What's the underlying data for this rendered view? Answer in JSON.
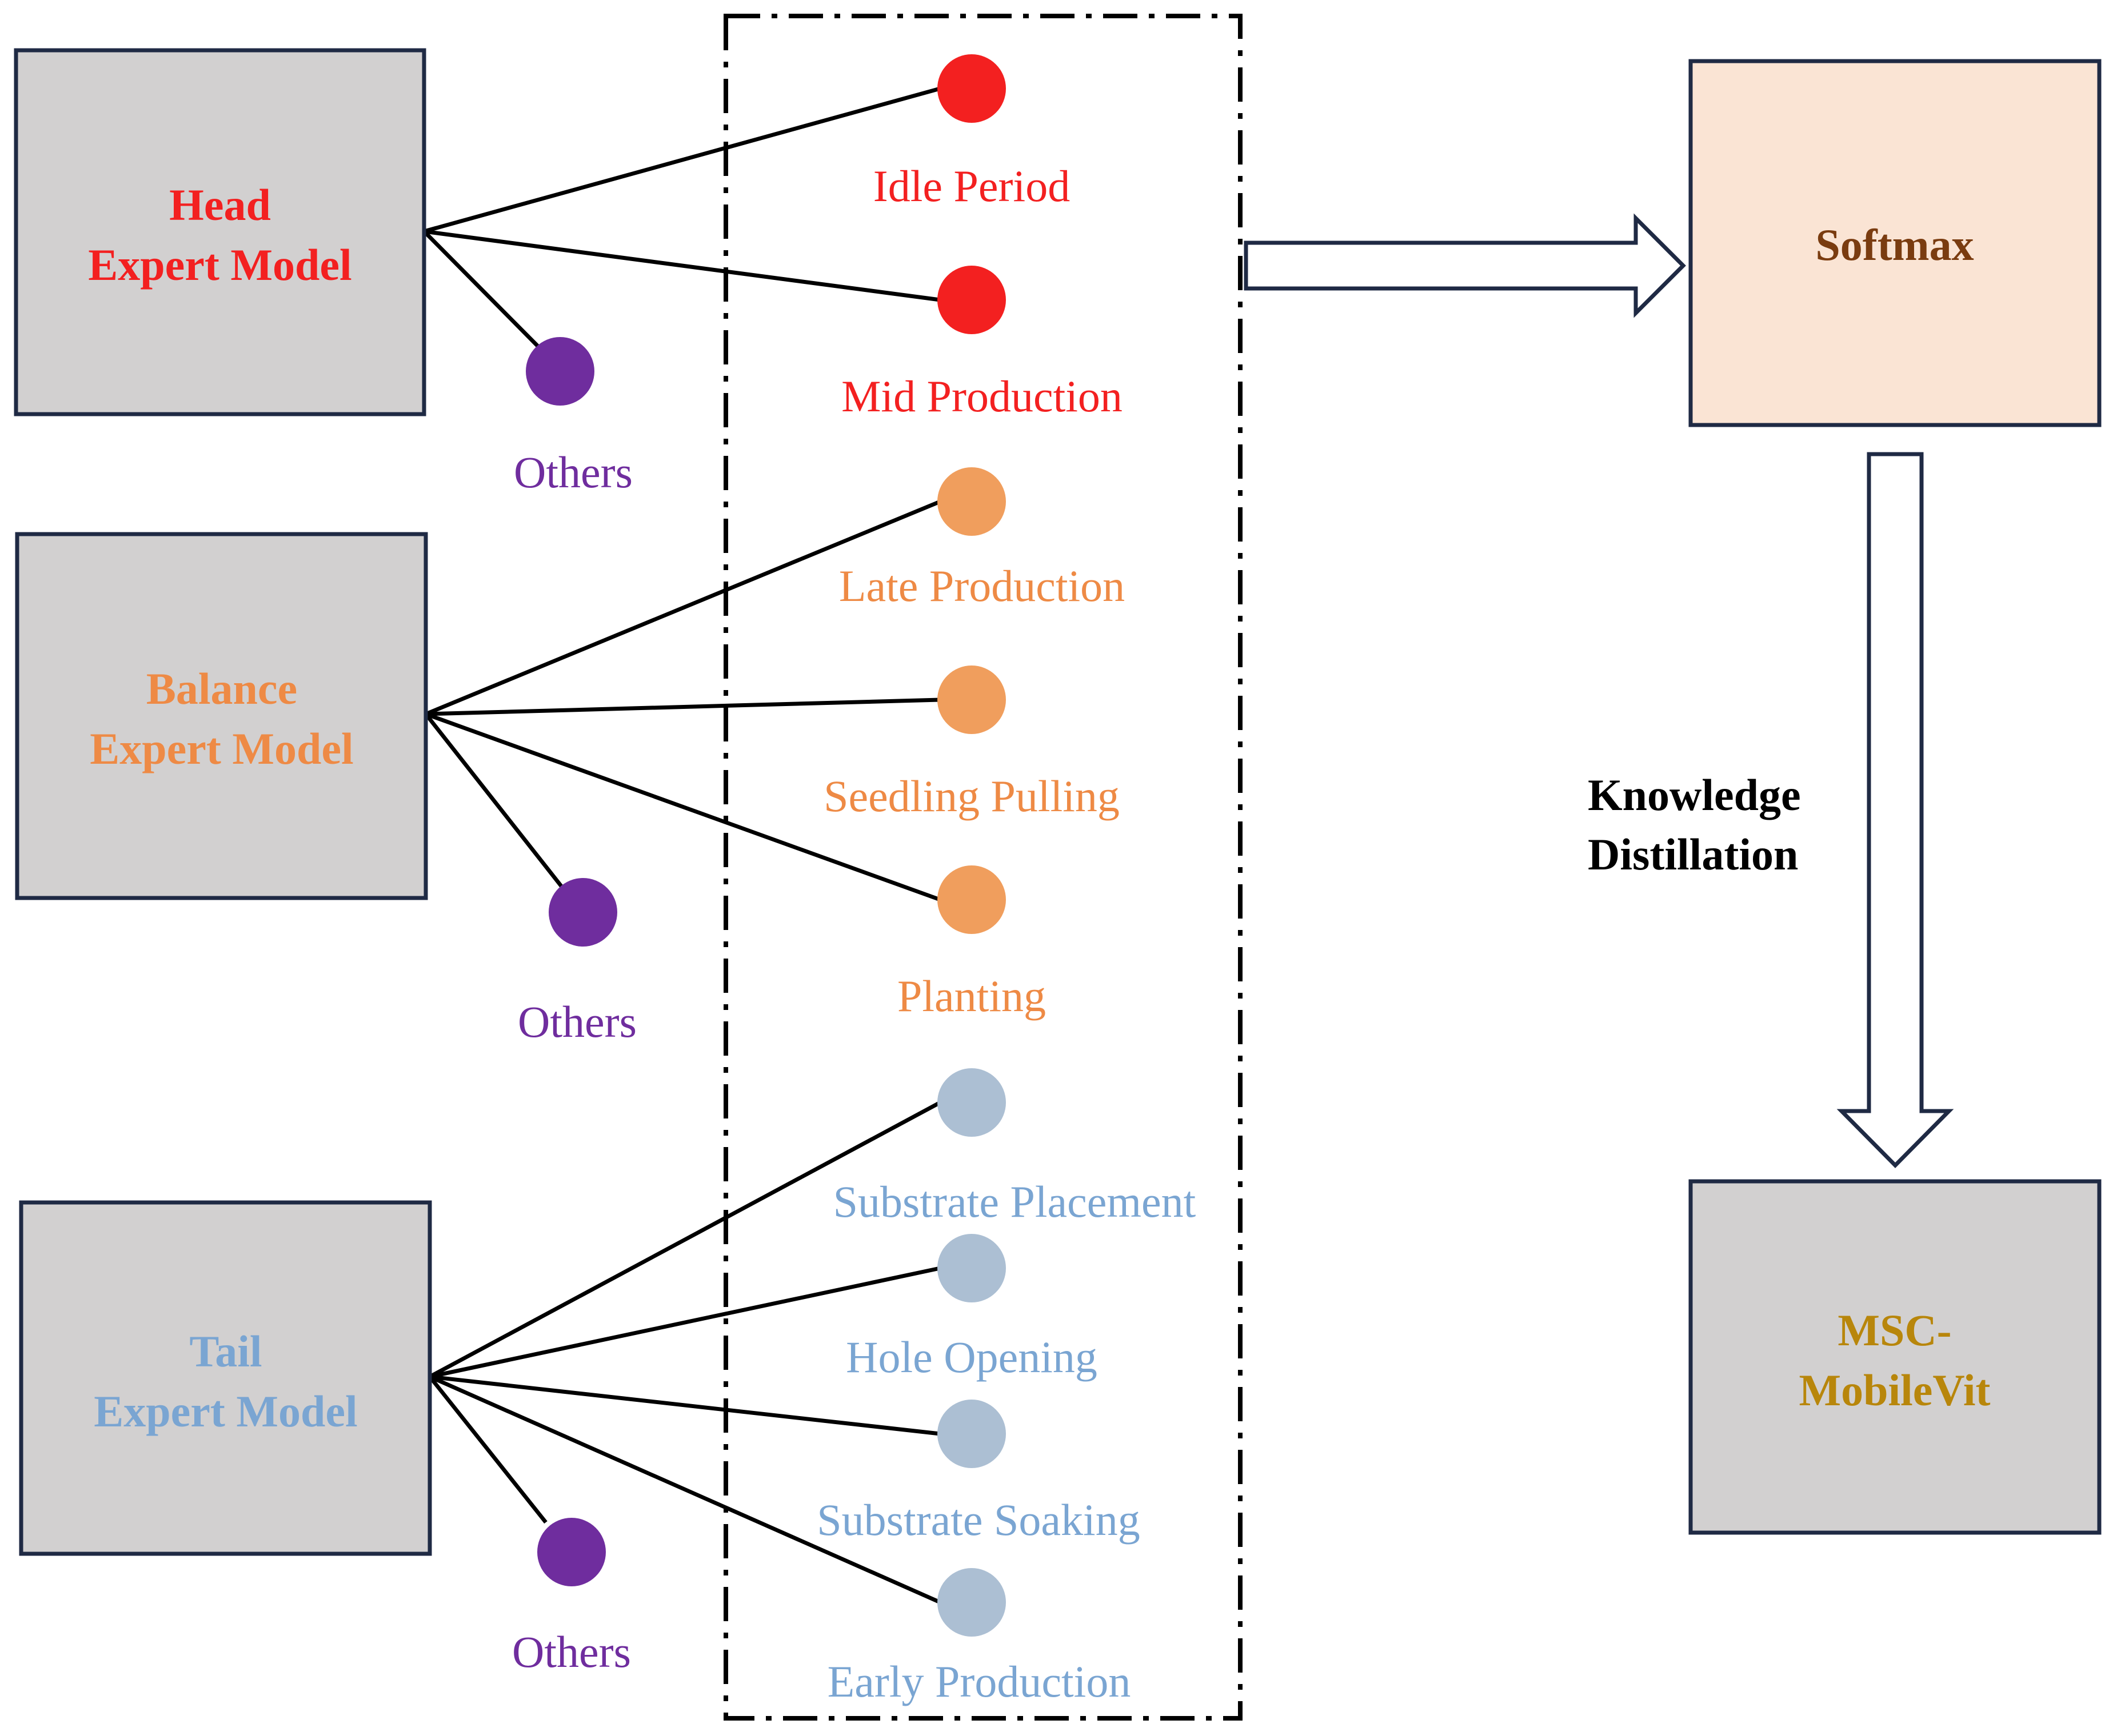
{
  "colors": {
    "head": "#f32020",
    "balance": "#ee8a45",
    "tail": "#7aa5d2",
    "tail_dot": "#acbfd3",
    "balance_dot": "#f09e5d",
    "others": "#6f2d9e",
    "softmax_fill": "#fae4d4",
    "softmax_text": "#7a3c10",
    "model_fill": "#d2d0d0",
    "border": "#1f2a44",
    "msc_text": "#b8860b"
  },
  "head_model": {
    "line1": "Head",
    "line2": "Expert Model"
  },
  "balance_model": {
    "line1": "Balance",
    "line2": "Expert Model"
  },
  "tail_model": {
    "line1": "Tail",
    "line2": "Expert Model"
  },
  "others_label": "Others",
  "head_classes": [
    "Idle Period",
    "Mid Production"
  ],
  "balance_classes": [
    "Late Production",
    "Seedling Pulling",
    "Planting"
  ],
  "tail_classes": [
    "Substrate Placement",
    "Hole Opening",
    "Substrate Soaking",
    "Early Production"
  ],
  "softmax": {
    "label": "Softmax"
  },
  "distillation": {
    "line1": "Knowledge",
    "line2": "Distillation"
  },
  "student": {
    "line1": "MSC-",
    "line2": "MobileVit"
  }
}
